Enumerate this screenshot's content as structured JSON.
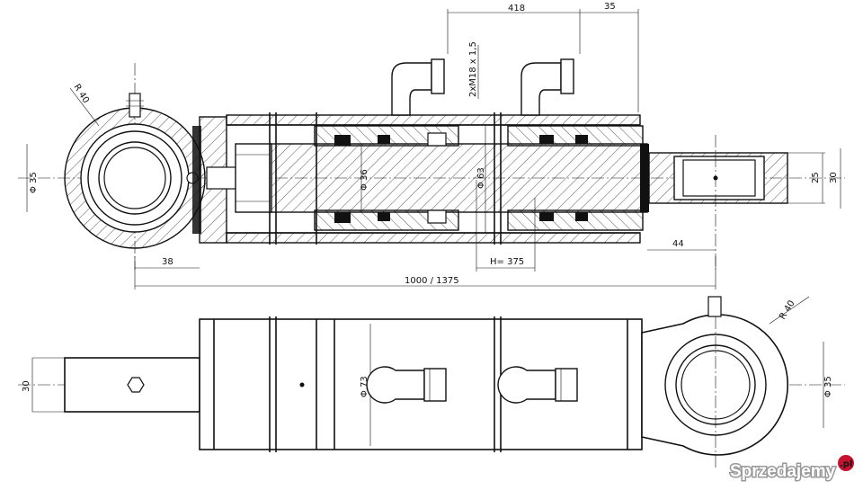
{
  "dimensions": {
    "top_418": "418",
    "top_35": "35",
    "port_thread": "2xM18 x 1,5",
    "radius_left": "R 40",
    "dia_35_left": "Φ 35",
    "dia_36": "Φ 36",
    "dia_63": "Φ 63",
    "dim_25": "25",
    "dim_30_right": "30",
    "dim_44": "44",
    "dim_38": "38",
    "stroke_h": "H= 375",
    "length": "1000 / 1375",
    "dim_30_bottom": "30",
    "dia_73": "Φ 73",
    "radius_bottom": "R 40",
    "dia_35_bottom": "Φ 35"
  },
  "watermark": {
    "text": "Sprzedajemy",
    "suffix": ".pl"
  },
  "colors": {
    "line": "#111111",
    "background": "#ffffff",
    "watermark_badge": "#c4122f"
  }
}
